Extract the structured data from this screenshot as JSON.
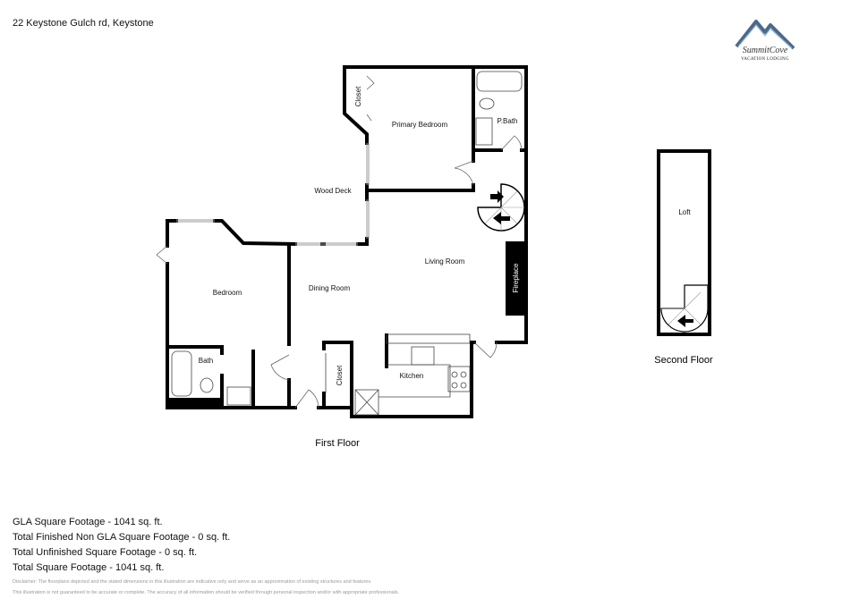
{
  "header": {
    "address": "22 Keystone Gulch rd, Keystone"
  },
  "logo": {
    "brand": "SummitCove",
    "tagline": "Vacation Lodging",
    "color": "#4a6a8a"
  },
  "first_floor": {
    "label": "First Floor",
    "rooms": {
      "primary_bedroom": "Primary Bedroom",
      "closet_primary": "Closet",
      "pbath": "P.Bath",
      "wood_deck": "Wood Deck",
      "living_room": "Living Room",
      "fireplace": "Fireplace",
      "dining_room": "Dining Room",
      "bedroom": "Bedroom",
      "bath": "Bath",
      "closet": "Closet",
      "kitchen": "Kitchen"
    }
  },
  "second_floor": {
    "label": "Second Floor",
    "rooms": {
      "loft": "Loft"
    }
  },
  "stats": [
    "GLA Square Footage - 1041 sq. ft.",
    "Total Finished Non GLA Square Footage - 0 sq. ft.",
    "Total Unfinished Square Footage - 0 sq. ft.",
    "Total Square Footage - 1041 sq. ft."
  ],
  "disclaimer": [
    "Disclaimer: The floorplans depicted and the stated dimensions in this illustration are indicative only and serve as an approximation of existing structures and features.",
    "This illustration is not guaranteed to be accurate or complete. The accuracy of all information should be verified through personal inspection and/or with appropriate professionals."
  ]
}
